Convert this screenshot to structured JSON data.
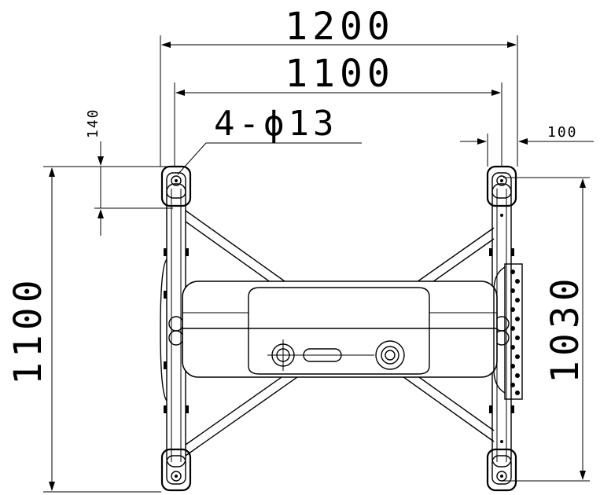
{
  "dimensions": {
    "overall_width": "1200",
    "hole_pitch_x": "1100",
    "hole_spec": "4-ϕ13",
    "hole_offset": "140",
    "side_offset": "100",
    "overall_depth": "1100",
    "hole_pitch_y": "1030"
  }
}
